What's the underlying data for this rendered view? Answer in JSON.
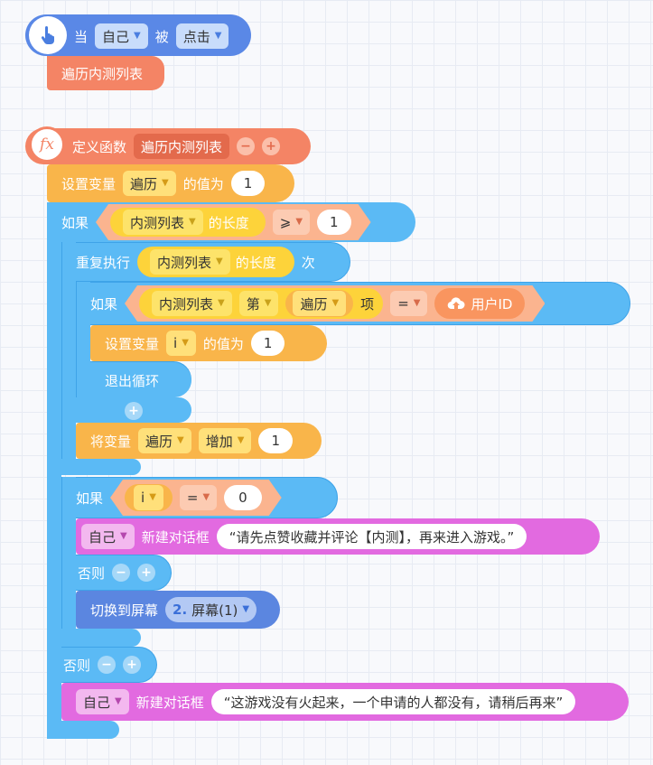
{
  "event": {
    "when": "当",
    "target": "自己",
    "verb": "被",
    "action": "点击"
  },
  "call_block": "遍历内测列表",
  "define": {
    "icon_text": "fx",
    "label": "定义函数",
    "name": "遍历内测列表"
  },
  "set_var1": {
    "label": "设置变量",
    "var": "遍历",
    "mid": "的值为",
    "value": "1"
  },
  "if1": {
    "label": "如果",
    "list": "内测列表",
    "length": "的长度",
    "op": "⩾",
    "value": "1"
  },
  "repeat": {
    "label": "重复执行",
    "list": "内测列表",
    "length": "的长度",
    "times": "次"
  },
  "if2": {
    "label": "如果",
    "list": "内测列表",
    "ordinal": "第",
    "index_var": "遍历",
    "item": "项",
    "op": "=",
    "rhs": "用户ID"
  },
  "set_var2": {
    "label": "设置变量",
    "var": "i",
    "mid": "的值为",
    "value": "1"
  },
  "break_loop": "退出循环",
  "change_var": {
    "label": "将变量",
    "var": "遍历",
    "mode": "增加",
    "value": "1"
  },
  "if3": {
    "label": "如果",
    "var": "i",
    "op": "=",
    "value": "0"
  },
  "dialog1": {
    "target": "自己",
    "label": "新建对话框",
    "text": "“请先点赞收藏并评论【内测】，再来进入游戏。”"
  },
  "else1": {
    "label": "否则"
  },
  "switch_screen": {
    "label": "切换到屏幕",
    "num": "2.",
    "screen": "屏幕(1)"
  },
  "else2": {
    "label": "否则"
  },
  "dialog2": {
    "target": "自己",
    "label": "新建对话框",
    "text": "“这游戏没有火起来，一个申请的人都没有，请稍后再来”"
  },
  "buttons": {
    "plus": "+",
    "minus": "−",
    "chev": "⌄"
  },
  "colors": {
    "event": "#5a88e6",
    "function": "#f48465",
    "variable": "#f9b54a",
    "control": "#5bbaf5",
    "dialog": "#e26ae0",
    "screen": "#5b86e0"
  }
}
